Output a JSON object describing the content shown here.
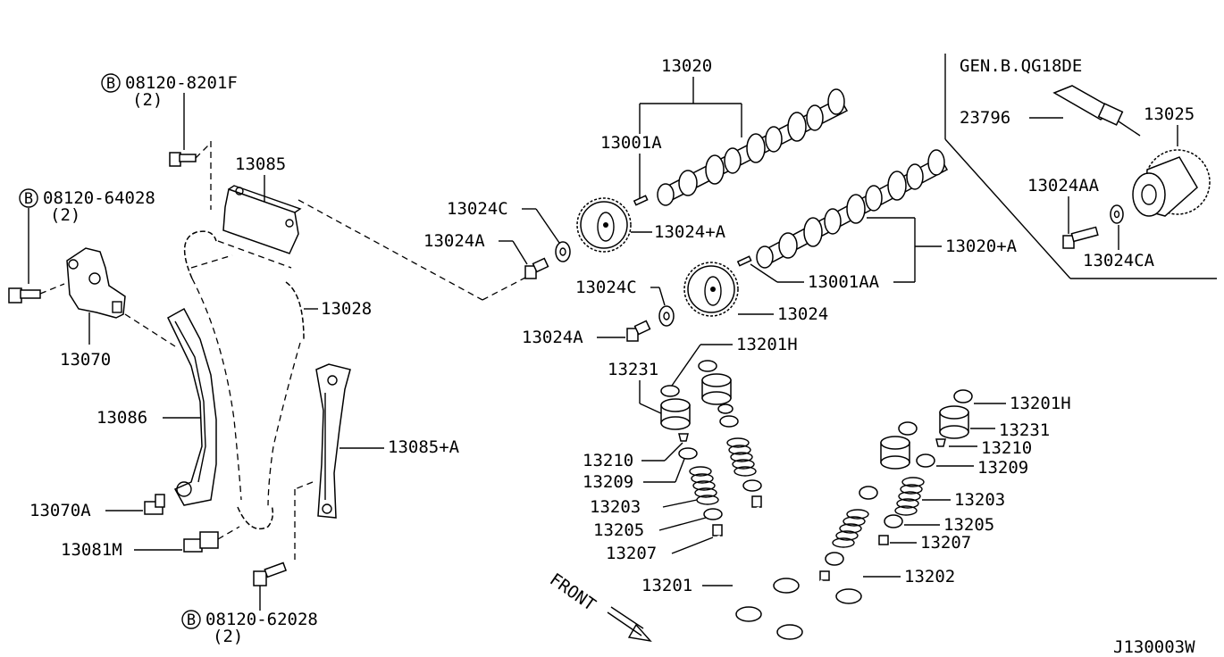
{
  "diagram": {
    "code": "J130003W",
    "variant_label": "GEN.B.QG18DE",
    "front_label": "FRONT",
    "bolt_marker": "B",
    "callouts": {
      "bolt_top": "08120-8201F",
      "bolt_top_qty": "(2)",
      "bolt_left": "08120-64028",
      "bolt_left_qty": "(2)",
      "bolt_bottom": "08120-62028",
      "bolt_bottom_qty": "(2)",
      "p13085": "13085",
      "p13070": "13070",
      "p13086": "13086",
      "p13070A": "13070A",
      "p13081M": "13081M",
      "p13028": "13028",
      "p13085A": "13085+A",
      "p13020": "13020",
      "p13001A": "13001A",
      "p13024C_1": "13024C",
      "p13024A_1": "13024A",
      "p13024A_plus": "13024+A",
      "p13020A": "13020+A",
      "p13001AA": "13001AA",
      "p13024C_2": "13024C",
      "p13024": "13024",
      "p13024A_2": "13024A",
      "p13201H_1": "13201H",
      "p13231_1": "13231",
      "p13210_1": "13210",
      "p13209_1": "13209",
      "p13203_1": "13203",
      "p13205_1": "13205",
      "p13207_1": "13207",
      "p13201": "13201",
      "p13201H_2": "13201H",
      "p13231_2": "13231",
      "p13210_2": "13210",
      "p13209_2": "13209",
      "p13203_2": "13203",
      "p13205_2": "13205",
      "p13207_2": "13207",
      "p13202": "13202",
      "p23796": "23796",
      "p13025": "13025",
      "p13024AA": "13024AA",
      "p13024CA": "13024CA"
    }
  }
}
